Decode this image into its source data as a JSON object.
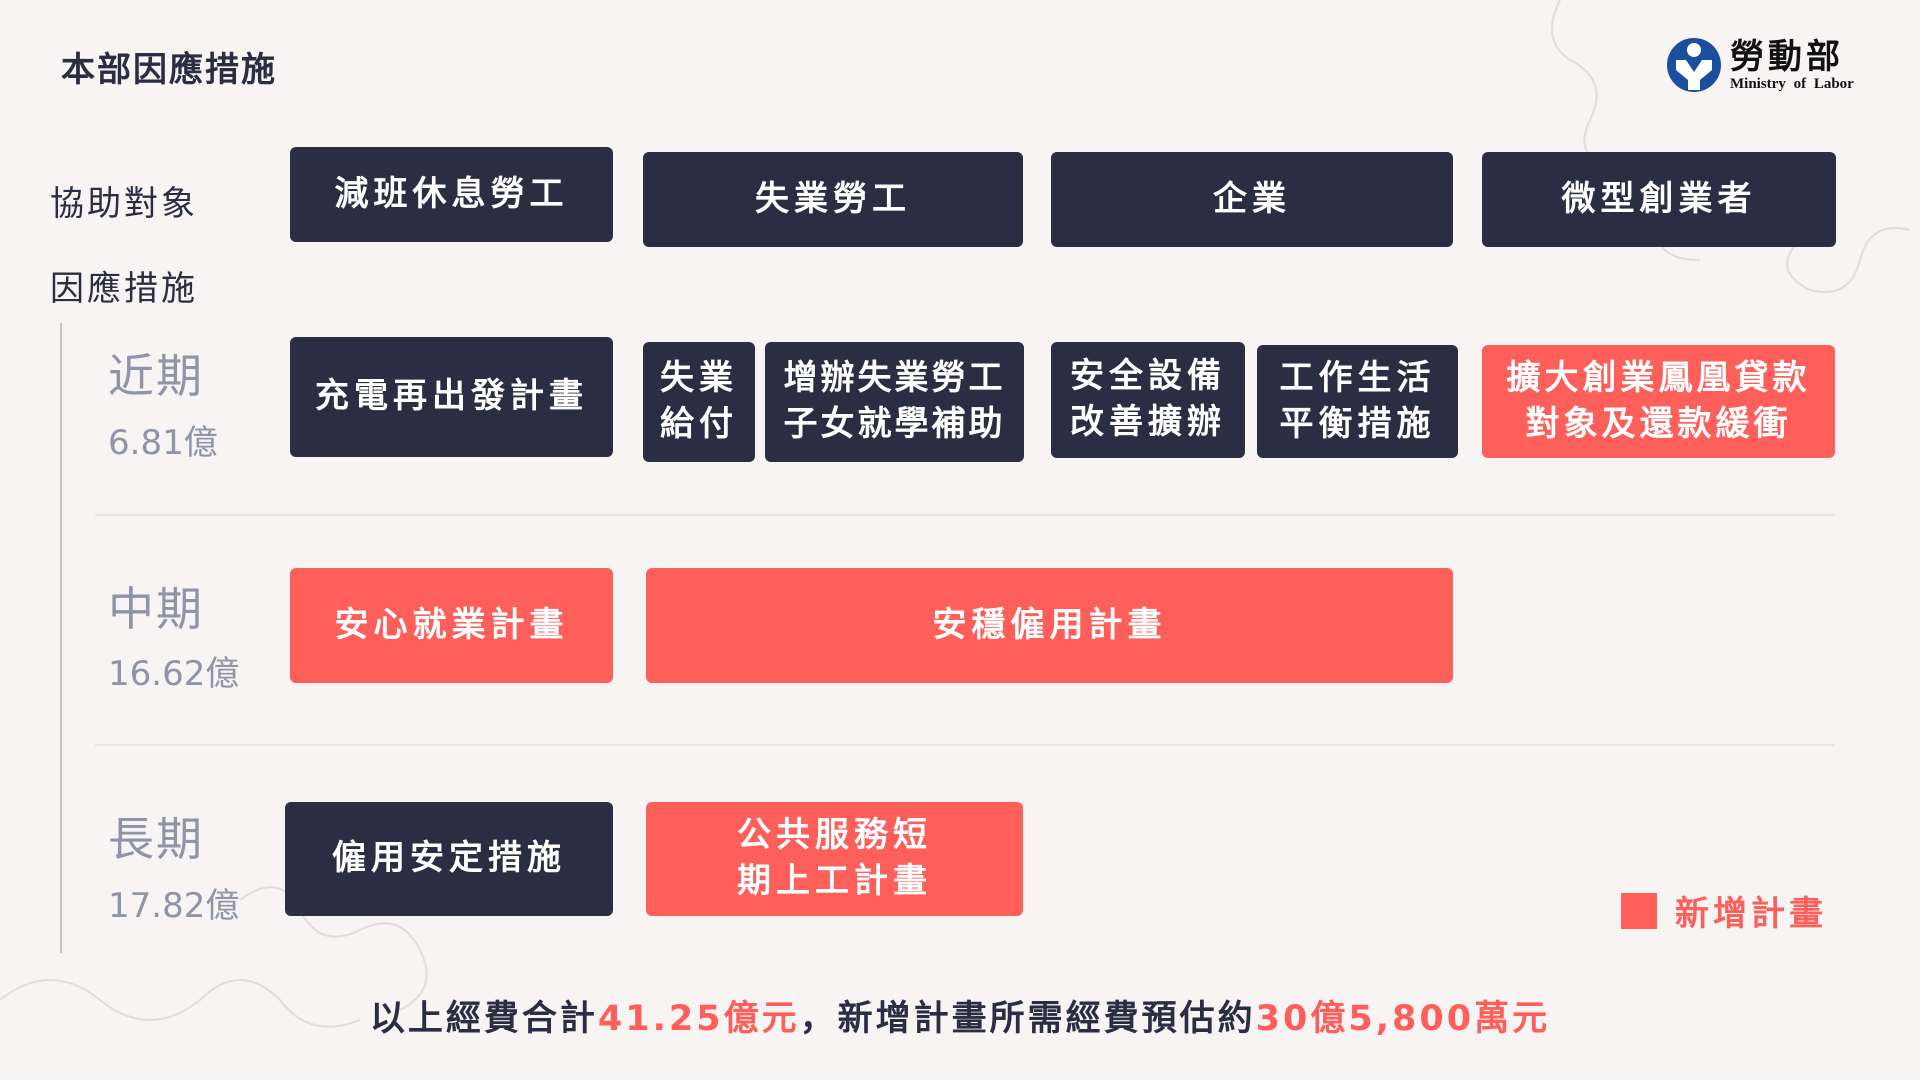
{
  "title": "本部因應措施",
  "logo": {
    "name": "勞動部",
    "subtitle": "Ministry of Labor"
  },
  "labels": {
    "targets": "協助對象",
    "measures": "因應措施"
  },
  "targets": [
    "減班休息勞工",
    "失業勞工",
    "企業",
    "微型創業者"
  ],
  "periods": [
    {
      "name": "近期",
      "amount": "6.81億",
      "items": [
        {
          "label": "充電再出發計畫",
          "new": false
        },
        {
          "label": "失業\n給付",
          "new": false
        },
        {
          "label": "增辦失業勞工\n子女就學補助",
          "new": false
        },
        {
          "label": "安全設備\n改善擴辦",
          "new": false
        },
        {
          "label": "工作生活\n平衡措施",
          "new": false
        },
        {
          "label": "擴大創業鳳凰貸款\n對象及還款緩衝",
          "new": true
        }
      ]
    },
    {
      "name": "中期",
      "amount": "16.62億",
      "items": [
        {
          "label": "安心就業計畫",
          "new": true
        },
        {
          "label": "安穩僱用計畫",
          "new": true
        }
      ]
    },
    {
      "name": "長期",
      "amount": "17.82億",
      "items": [
        {
          "label": "僱用安定措施",
          "new": false
        },
        {
          "label": "公共服務短\n期上工計畫",
          "new": true
        }
      ]
    }
  ],
  "legend": {
    "label": "新增計畫",
    "color": "#fe5f5a"
  },
  "footer": {
    "p1": "以上經費合計",
    "v1": "41.25億元",
    "p2": "，新增計畫所需經費預估約",
    "v2": "30億5,800萬元"
  },
  "colors": {
    "navy": "#2b2d42",
    "red": "#fe5f5a"
  }
}
